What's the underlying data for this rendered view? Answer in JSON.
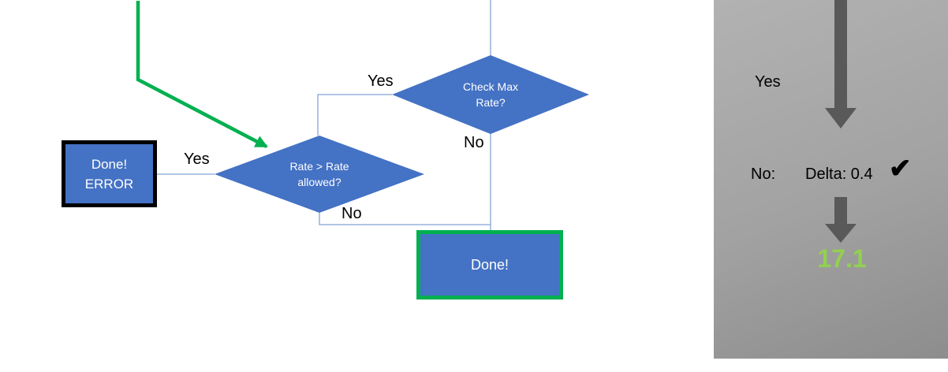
{
  "colors": {
    "shape_blue": "#4472C4",
    "connector_blue": "#85a3d6",
    "flow_green": "#00B050",
    "result_green": "#92D050",
    "arrow_gray": "#595959",
    "panel_gray_top": "#b2b2b2",
    "panel_gray_bottom": "#8d8d8d"
  },
  "flowchart": {
    "check_max_diamond": {
      "line1": "Check Max",
      "line2": "Rate?"
    },
    "rate_diamond": {
      "line1": "Rate > Rate",
      "line2": "allowed?"
    },
    "done_error_box": {
      "line1": "Done!",
      "line2": "ERROR"
    },
    "done_box": {
      "label": "Done!"
    },
    "labels": {
      "yes_check_max": "Yes",
      "no_check_max": "No",
      "yes_rate": "Yes",
      "no_rate": "No"
    }
  },
  "side_panel": {
    "yes_label": "Yes",
    "no_label": "No:",
    "delta_value": "Delta: 0.4",
    "check_icon": "✔",
    "result_value": "17.1"
  }
}
